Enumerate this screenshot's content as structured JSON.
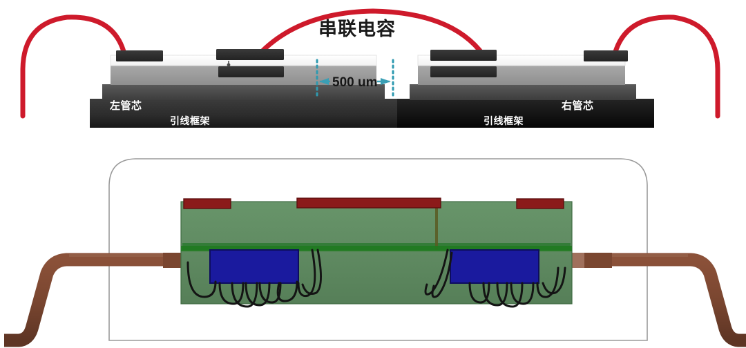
{
  "figure": {
    "title": "串联电容",
    "panels": {
      "top_schematic": {
        "name": "cross-section-schematic",
        "dimension_callout": {
          "text": "500 um",
          "arrow_color": "#3a9fb5",
          "extension_line_color": "#2e9ab0"
        },
        "labels": {
          "left_die": "左管芯",
          "right_die": "右管芯",
          "left_lead_frame": "引线框架",
          "right_lead_frame": "引线框架"
        },
        "colors": {
          "bond_wire": "#cc1122",
          "pad": "#2f2f2f",
          "passivation": "#fbfbfb",
          "die_body": "#9c9c9c",
          "die_attach": "#4a4a4a",
          "lead_frame": "#1b1b1b"
        }
      },
      "bottom_render": {
        "name": "package-3d-render",
        "colors": {
          "mold_outline": "#9a9a9a",
          "substrate": "#5e8a60",
          "substrate_edge": "#3f6b42",
          "top_pad": "#8b1a1a",
          "top_pad_edge": "#5e0f0f",
          "die": "#1a1a9e",
          "die_edge": "#0d0d5e",
          "lead_copper": "#7a4630",
          "lead_copper_light": "#9b6a52",
          "bond_wire": "#141414",
          "green_strip": "#1f7a1f"
        }
      }
    }
  }
}
